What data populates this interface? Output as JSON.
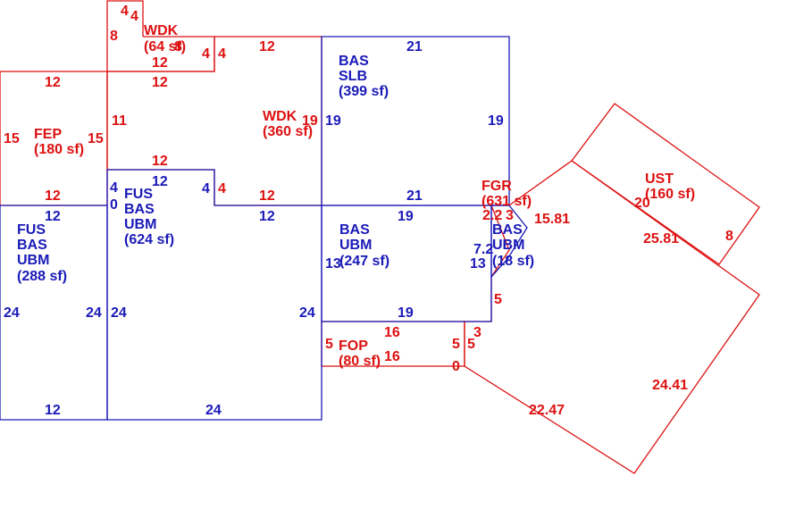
{
  "colors": {
    "red": "#dd1111",
    "blue": "#1a1ab8",
    "background": "#ffffff"
  },
  "areas": {
    "wdk_small": {
      "code": "WDK",
      "area": "(64 sf)"
    },
    "wdk_large": {
      "code": "WDK",
      "area": "(360 sf)"
    },
    "fep": {
      "code": "FEP",
      "area": "(180 sf)"
    },
    "bas_slb": {
      "line1": "BAS",
      "line2": "SLB",
      "area": "(399 sf)"
    },
    "fus_624": {
      "line1": "FUS",
      "line2": "BAS",
      "line3": "UBM",
      "area": "(624 sf)"
    },
    "fus_288": {
      "line1": "FUS",
      "line2": "BAS",
      "line3": "UBM",
      "area": "(288 sf)"
    },
    "bas_247": {
      "line1": "BAS",
      "line2": "UBM",
      "area": "(247 sf)"
    },
    "fgr": {
      "code": "FGR",
      "area": "(631 sf)"
    },
    "bas_18": {
      "line1": "BAS",
      "line2": "UBM",
      "area": "(18 sf)"
    },
    "ust": {
      "code": "UST",
      "area": "(160 sf)"
    },
    "fop": {
      "code": "FOP",
      "area": "(80 sf)"
    }
  },
  "dimensions": {
    "wdk_small": [
      "4",
      "4",
      "8",
      "8",
      "4",
      "4",
      "12"
    ],
    "wdk_large": [
      "12",
      "12",
      "11",
      "19",
      "12",
      "4",
      "12"
    ],
    "fep": [
      "12",
      "15",
      "15",
      "12"
    ],
    "bas_slb": [
      "21",
      "19",
      "19",
      "21"
    ],
    "fus_624": [
      "12",
      "4",
      "0",
      "4",
      "12",
      "24",
      "24",
      "24"
    ],
    "fus_288": [
      "12",
      "24",
      "24",
      "12"
    ],
    "bas_247": [
      "19",
      "13",
      "13",
      "7.2",
      "19"
    ],
    "fgr": [
      "2.2",
      "3",
      "15.81",
      "5",
      "3",
      "5",
      "22.47",
      "24.41",
      "25.81",
      "0"
    ],
    "ust": [
      "20",
      "8"
    ],
    "fop": [
      "16",
      "16",
      "5",
      "5"
    ]
  }
}
